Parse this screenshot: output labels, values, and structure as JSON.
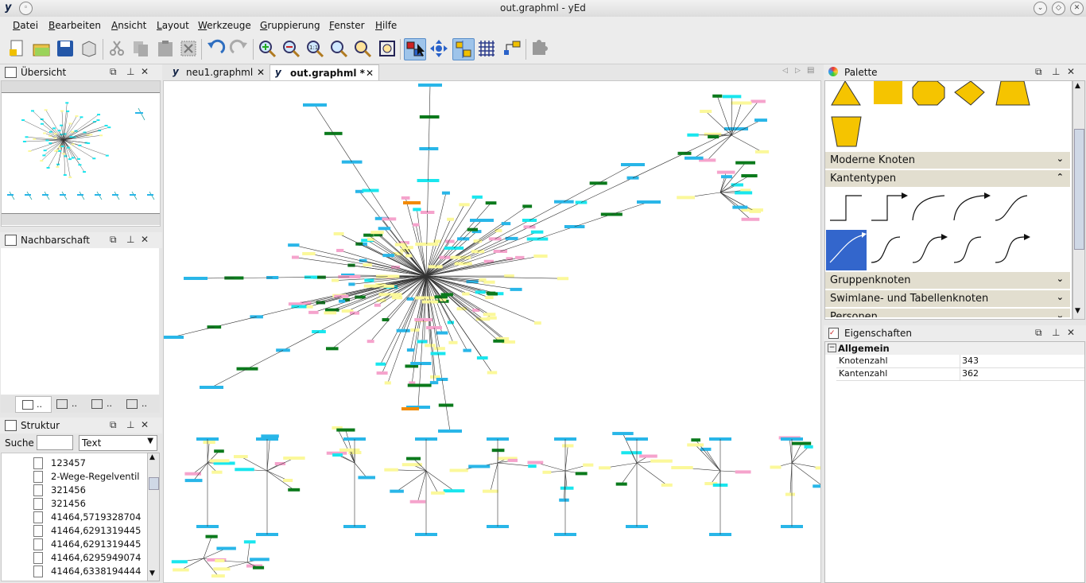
{
  "window": {
    "title": "out.graphml - yEd"
  },
  "menu": [
    {
      "label": "Datei",
      "u": "D",
      "rest": "atei"
    },
    {
      "label": "Bearbeiten",
      "u": "B",
      "rest": "earbeiten"
    },
    {
      "label": "Ansicht",
      "u": "A",
      "rest": "nsicht"
    },
    {
      "label": "Layout",
      "u": "L",
      "rest": "ayout"
    },
    {
      "label": "Werkzeuge",
      "u": "W",
      "rest": "erkzeuge"
    },
    {
      "label": "Gruppierung",
      "u": "G",
      "rest": "ruppierung"
    },
    {
      "label": "Fenster",
      "u": "F",
      "rest": "enster"
    },
    {
      "label": "Hilfe",
      "u": "H",
      "rest": "ilfe"
    }
  ],
  "panels": {
    "overview": "Übersicht",
    "neighborhood": "Nachbarschaft",
    "structure": "Struktur",
    "palette": "Palette",
    "properties": "Eigenschaften"
  },
  "neighborhood_tabs": [
    "..",
    "..",
    "..",
    ".."
  ],
  "tabs": [
    {
      "label": "neu1.graphml",
      "active": false
    },
    {
      "label": "out.graphml *",
      "active": true
    }
  ],
  "structure": {
    "search_label": "Suche",
    "search_value": "",
    "filter_value": "Text",
    "items": [
      "123457",
      "2-Wege-Regelventil",
      "321456",
      "321456",
      "41464,5719328704",
      "41464,6291319445",
      "41464,6291319445",
      "41464,6295949074",
      "41464,6338194444"
    ]
  },
  "palette": {
    "sections": [
      {
        "label": "Moderne Knoten",
        "expanded": false
      },
      {
        "label": "Kantentypen",
        "expanded": true
      },
      {
        "label": "Gruppenknoten",
        "expanded": false
      },
      {
        "label": "Swimlane- und Tabellenknoten",
        "expanded": false
      },
      {
        "label": "Personen",
        "expanded": false
      }
    ],
    "shape_fill": "#f5c400",
    "selected_fill": "#3366cc"
  },
  "properties": {
    "group": "Allgemein",
    "rows": [
      {
        "key": "Knotenzahl",
        "value": "343"
      },
      {
        "key": "Kantenzahl",
        "value": "362"
      }
    ]
  },
  "colors": {
    "node_blue": "#29b6e8",
    "node_cyan": "#19e6ee",
    "node_green": "#0b7a1c",
    "node_pink": "#f5a3cc",
    "node_yellow": "#fbf89a",
    "node_orange": "#f28a00"
  }
}
